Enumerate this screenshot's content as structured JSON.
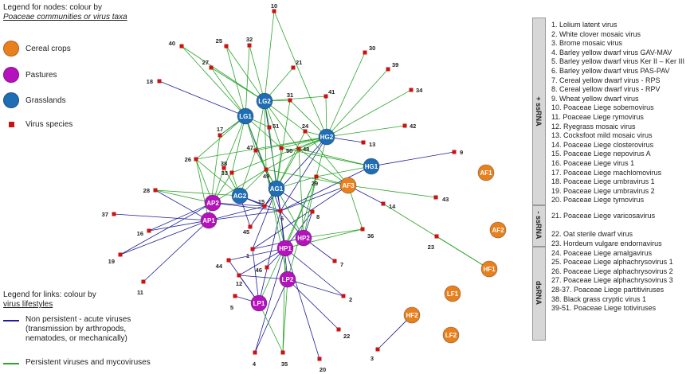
{
  "colors": {
    "cereal": "#e8801e",
    "pasture": "#b511bd",
    "grassland": "#1f6db5",
    "virus": "#cc1111",
    "acute_link": "#1d1d9a",
    "persistent_link": "#2aa52a"
  },
  "legend_nodes": {
    "title_line1": "Legend for nodes: colour by",
    "title_line2": "Poaceae communities or virus taxa",
    "items": [
      {
        "label": "Cereal crops",
        "kind": "cereal"
      },
      {
        "label": "Pastures",
        "kind": "pasture"
      },
      {
        "label": "Grasslands",
        "kind": "grassland"
      },
      {
        "label": "Virus species",
        "kind": "virus"
      }
    ]
  },
  "legend_links": {
    "title_line1": "Legend for links: colour by",
    "title_line2": "virus lifestyles",
    "acute_line1": "Non persistent - acute viruses",
    "acute_line2": "(transmission by arthropods,",
    "acute_line3": "nematodes, or mechanically)",
    "persistent": "Persistent viruses and mycoviruses"
  },
  "groups": {
    "ssrna_plus": "+ ssRNA",
    "ssrna_minus": "- ssRNA",
    "dsrna": "dsRNA"
  },
  "virus_list": [
    "1.   Lolium latent virus",
    "2.   White clover mosaic virus",
    "3.   Brome mosaic virus",
    "4.   Barley yellow dwarf virus GAV-MAV",
    "5.   Barley yellow dwarf virus Ker II – Ker III",
    "6.   Barley yellow dwarf virus PAS-PAV",
    "7.   Cereal yellow dwarf virus - RPS",
    "8.   Cereal yellow dwarf virus - RPV",
    "9.   Wheat yellow dwarf virus",
    "10. Poaceae Liege sobemovirus",
    "11. Poaceae Liege rymovirus",
    "12. Ryegrass mosaic virus",
    "13. Cocksfoot mild mosaic virus",
    "14. Poaceae Liege closterovirus",
    "15. Poaceae Liege nepovirus A",
    "16. Poaceae Liege virus 1",
    "17. Poaceae Liege machlomovirus",
    "18. Poaceae Liege umbravirus 1",
    "19. Poaceae Liege umbravirus 2",
    "20. Poaceae Liege tymovirus",
    "21. Poaceae Liege varicosavirus",
    "22. Oat sterile dwarf virus",
    "23. Hordeum vulgare endornavirus",
    "24. Poaceae Liege amalgavirus",
    "25. Poaceae Liege alphachrysovirus 1",
    "26. Poaceae Liege alphachrysovirus 2",
    "27. Poaceae Liege alphachrysovirus 3",
    "28-37. Poaceae Liege partitiviruses",
    "38. Black grass cryptic virus 1",
    "39-51. Poaceae Liege totiviruses"
  ],
  "host_nodes": [
    {
      "id": "LG2",
      "type": "grassland"
    },
    {
      "id": "LG1",
      "type": "grassland"
    },
    {
      "id": "HG2",
      "type": "grassland"
    },
    {
      "id": "HG1",
      "type": "grassland"
    },
    {
      "id": "AG2",
      "type": "grassland"
    },
    {
      "id": "AG1",
      "type": "grassland"
    },
    {
      "id": "AP2",
      "type": "pasture"
    },
    {
      "id": "AP1",
      "type": "pasture"
    },
    {
      "id": "HP2",
      "type": "pasture"
    },
    {
      "id": "HP1",
      "type": "pasture"
    },
    {
      "id": "LP2",
      "type": "pasture"
    },
    {
      "id": "LP1",
      "type": "pasture"
    },
    {
      "id": "AF3",
      "type": "cereal"
    },
    {
      "id": "AF1",
      "type": "cereal"
    },
    {
      "id": "AF2",
      "type": "cereal"
    },
    {
      "id": "HF1",
      "type": "cereal"
    },
    {
      "id": "LF1",
      "type": "cereal"
    },
    {
      "id": "HF2",
      "type": "cereal"
    },
    {
      "id": "LF2",
      "type": "cereal"
    }
  ],
  "virus_nodes": [
    "1",
    "2",
    "3",
    "4",
    "5",
    "6",
    "7",
    "8",
    "9",
    "10",
    "11",
    "12",
    "13",
    "14",
    "15",
    "16",
    "17",
    "18",
    "19",
    "20",
    "21",
    "22",
    "23",
    "24",
    "25",
    "26",
    "27",
    "28",
    "29",
    "30",
    "31",
    "32",
    "33",
    "34",
    "35",
    "36",
    "37",
    "38",
    "39",
    "40",
    "41",
    "42",
    "43",
    "44",
    "45",
    "46",
    "47",
    "48",
    "49",
    "50",
    "51"
  ],
  "acute_links": [
    [
      "LG1",
      "18"
    ],
    [
      "LG1",
      "17"
    ],
    [
      "LG1",
      "6"
    ],
    [
      "AG1",
      "6"
    ],
    [
      "AG1",
      "15"
    ],
    [
      "AG1",
      "8"
    ],
    [
      "AG1",
      "1"
    ],
    [
      "AG2",
      "15"
    ],
    [
      "AG2",
      "6"
    ],
    [
      "AG2",
      "45"
    ],
    [
      "AP2",
      "6"
    ],
    [
      "AP2",
      "15"
    ],
    [
      "AP2",
      "16"
    ],
    [
      "AP2",
      "19"
    ],
    [
      "AP1",
      "6"
    ],
    [
      "AP1",
      "15"
    ],
    [
      "AP1",
      "16"
    ],
    [
      "AP1",
      "19"
    ],
    [
      "AP1",
      "11"
    ],
    [
      "AP1",
      "37"
    ],
    [
      "AP1",
      "28"
    ],
    [
      "HP2",
      "6"
    ],
    [
      "HP2",
      "8"
    ],
    [
      "HP2",
      "7"
    ],
    [
      "HP2",
      "1"
    ],
    [
      "HP1",
      "6"
    ],
    [
      "HP1",
      "8"
    ],
    [
      "HP1",
      "12"
    ],
    [
      "HP1",
      "44"
    ],
    [
      "HP1",
      "2"
    ],
    [
      "HP1",
      "4"
    ],
    [
      "HP1",
      "20"
    ],
    [
      "HP1",
      "46"
    ],
    [
      "LP2",
      "6"
    ],
    [
      "LP2",
      "2"
    ],
    [
      "LP2",
      "22"
    ],
    [
      "LP2",
      "12"
    ],
    [
      "LP2",
      "4"
    ],
    [
      "LP1",
      "6"
    ],
    [
      "LP1",
      "5"
    ],
    [
      "LP1",
      "12"
    ],
    [
      "LP1",
      "1"
    ],
    [
      "HG1",
      "9"
    ],
    [
      "HG1",
      "6"
    ],
    [
      "HG2",
      "13"
    ],
    [
      "HG2",
      "6"
    ],
    [
      "AF3",
      "14"
    ],
    [
      "AF3",
      "6"
    ],
    [
      "AF3",
      "1"
    ],
    [
      "HF2",
      "3"
    ],
    [
      "LG2",
      "6"
    ],
    [
      "HG2",
      "15"
    ],
    [
      "AG1",
      "45"
    ],
    [
      "LP1",
      "44"
    ]
  ],
  "persistent_links": [
    [
      "LG2",
      "10"
    ],
    [
      "LG2",
      "32"
    ],
    [
      "LG2",
      "25"
    ],
    [
      "LG2",
      "40"
    ],
    [
      "LG2",
      "27"
    ],
    [
      "LG2",
      "21"
    ],
    [
      "LG2",
      "31"
    ],
    [
      "LG2",
      "41"
    ],
    [
      "LG2",
      "51"
    ],
    [
      "LG2",
      "24"
    ],
    [
      "LG2",
      "47"
    ],
    [
      "LG2",
      "50"
    ],
    [
      "LG2",
      "49"
    ],
    [
      "LG2",
      "48"
    ],
    [
      "LG1",
      "40"
    ],
    [
      "LG1",
      "25"
    ],
    [
      "LG1",
      "27"
    ],
    [
      "LG1",
      "32"
    ],
    [
      "LG1",
      "26"
    ],
    [
      "LG1",
      "38"
    ],
    [
      "LG1",
      "33"
    ],
    [
      "LG1",
      "47"
    ],
    [
      "LG1",
      "49"
    ],
    [
      "LG1",
      "50"
    ],
    [
      "LG1",
      "51"
    ],
    [
      "HG2",
      "30"
    ],
    [
      "HG2",
      "39"
    ],
    [
      "HG2",
      "34"
    ],
    [
      "HG2",
      "42"
    ],
    [
      "HG2",
      "41"
    ],
    [
      "HG2",
      "31"
    ],
    [
      "HG2",
      "24"
    ],
    [
      "HG2",
      "48"
    ],
    [
      "HG2",
      "50"
    ],
    [
      "HG2",
      "47"
    ],
    [
      "HG2",
      "29"
    ],
    [
      "HG2",
      "49"
    ],
    [
      "HG2",
      "10"
    ],
    [
      "HG2",
      "33"
    ],
    [
      "HG1",
      "48"
    ],
    [
      "HG1",
      "29"
    ],
    [
      "HG1",
      "50"
    ],
    [
      "AG1",
      "51"
    ],
    [
      "AG1",
      "48"
    ],
    [
      "AG1",
      "49"
    ],
    [
      "AG1",
      "50"
    ],
    [
      "AG1",
      "47"
    ],
    [
      "AG1",
      "29"
    ],
    [
      "AG1",
      "24"
    ],
    [
      "AG1",
      "31"
    ],
    [
      "AG2",
      "33"
    ],
    [
      "AG2",
      "38"
    ],
    [
      "AG2",
      "49"
    ],
    [
      "AG2",
      "47"
    ],
    [
      "AG2",
      "26"
    ],
    [
      "AG2",
      "28"
    ],
    [
      "AP2",
      "26"
    ],
    [
      "AP2",
      "28"
    ],
    [
      "AP2",
      "38"
    ],
    [
      "AP2",
      "33"
    ],
    [
      "AP2",
      "49"
    ],
    [
      "AP1",
      "17"
    ],
    [
      "AP1",
      "26"
    ],
    [
      "HP2",
      "29"
    ],
    [
      "HP2",
      "36"
    ],
    [
      "HP2",
      "48"
    ],
    [
      "HP2",
      "47"
    ],
    [
      "HP1",
      "29"
    ],
    [
      "HP1",
      "49"
    ],
    [
      "HP1",
      "35"
    ],
    [
      "HP1",
      "36"
    ],
    [
      "LP2",
      "35"
    ],
    [
      "LP2",
      "29"
    ],
    [
      "LP2",
      "49"
    ],
    [
      "LP1",
      "35"
    ],
    [
      "LP1",
      "29"
    ],
    [
      "AF3",
      "43"
    ],
    [
      "AF3",
      "36"
    ],
    [
      "AF3",
      "29"
    ],
    [
      "AF3",
      "49"
    ],
    [
      "AF3",
      "24"
    ],
    [
      "HF1",
      "23"
    ],
    [
      "HF1",
      "14"
    ],
    [
      "AF3",
      "48"
    ],
    [
      "LG1",
      "17"
    ],
    [
      "HG2",
      "26"
    ]
  ]
}
